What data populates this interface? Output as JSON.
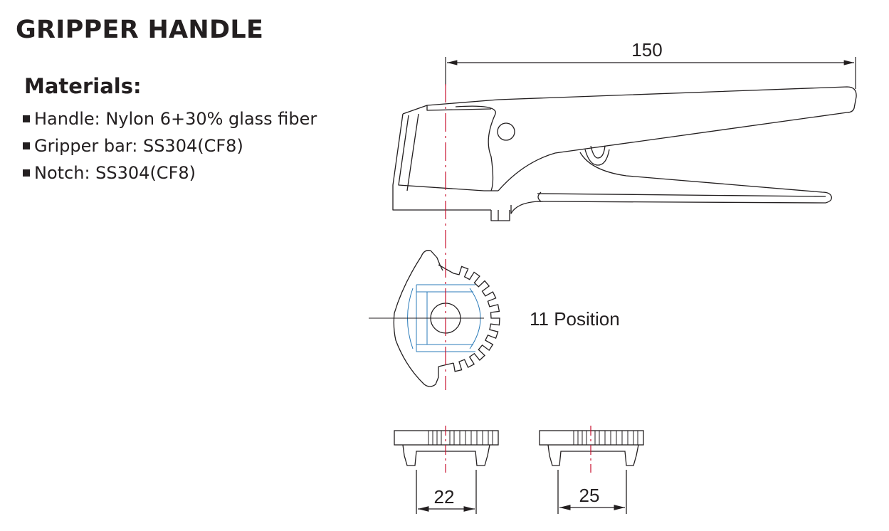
{
  "title": "GRIPPER HANDLE",
  "materials": {
    "heading": "Materials:",
    "items": [
      "Handle: Nylon 6+30% glass fiber",
      "Gripper bar: SS304(CF8)",
      "Notch: SS304(CF8)"
    ]
  },
  "drawing": {
    "overall_length": "150",
    "positions_label": "11 Position",
    "width_dim_1": "22",
    "width_dim_2": "25"
  },
  "colors": {
    "line": "#231f20",
    "centerline": "#c8102e",
    "hidden": "#2b7bb9"
  }
}
